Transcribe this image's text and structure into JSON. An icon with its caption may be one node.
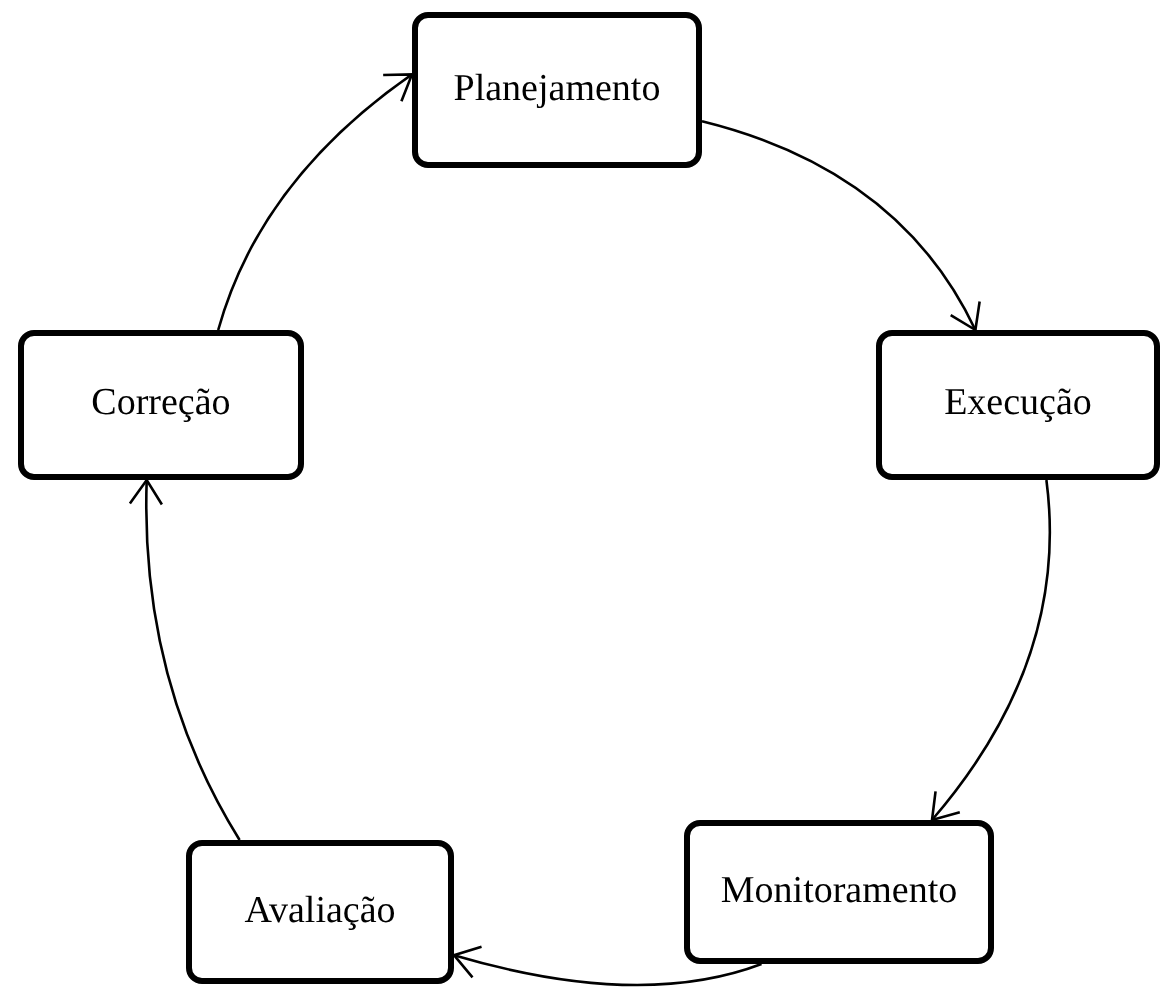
{
  "diagram": {
    "nodes": [
      {
        "text": [
          "Planejamento"
        ]
      },
      {
        "text": [
          "Correção"
        ]
      },
      {
        "text": [
          "Execução"
        ]
      },
      {
        "text": [
          "Avaliação"
        ]
      },
      {
        "text": [
          "Monitoramento"
        ]
      }
    ],
    "edges": [
      {
        "from": 0,
        "to": 2,
        "arrow": "to"
      },
      {
        "from": 2,
        "to": 4,
        "arrow": "to"
      },
      {
        "from": 4,
        "to": 3,
        "arrow": "to"
      },
      {
        "from": 3,
        "to": 1,
        "arrow": "to"
      },
      {
        "from": 1,
        "to": 0,
        "arrow": "to"
      }
    ]
  }
}
